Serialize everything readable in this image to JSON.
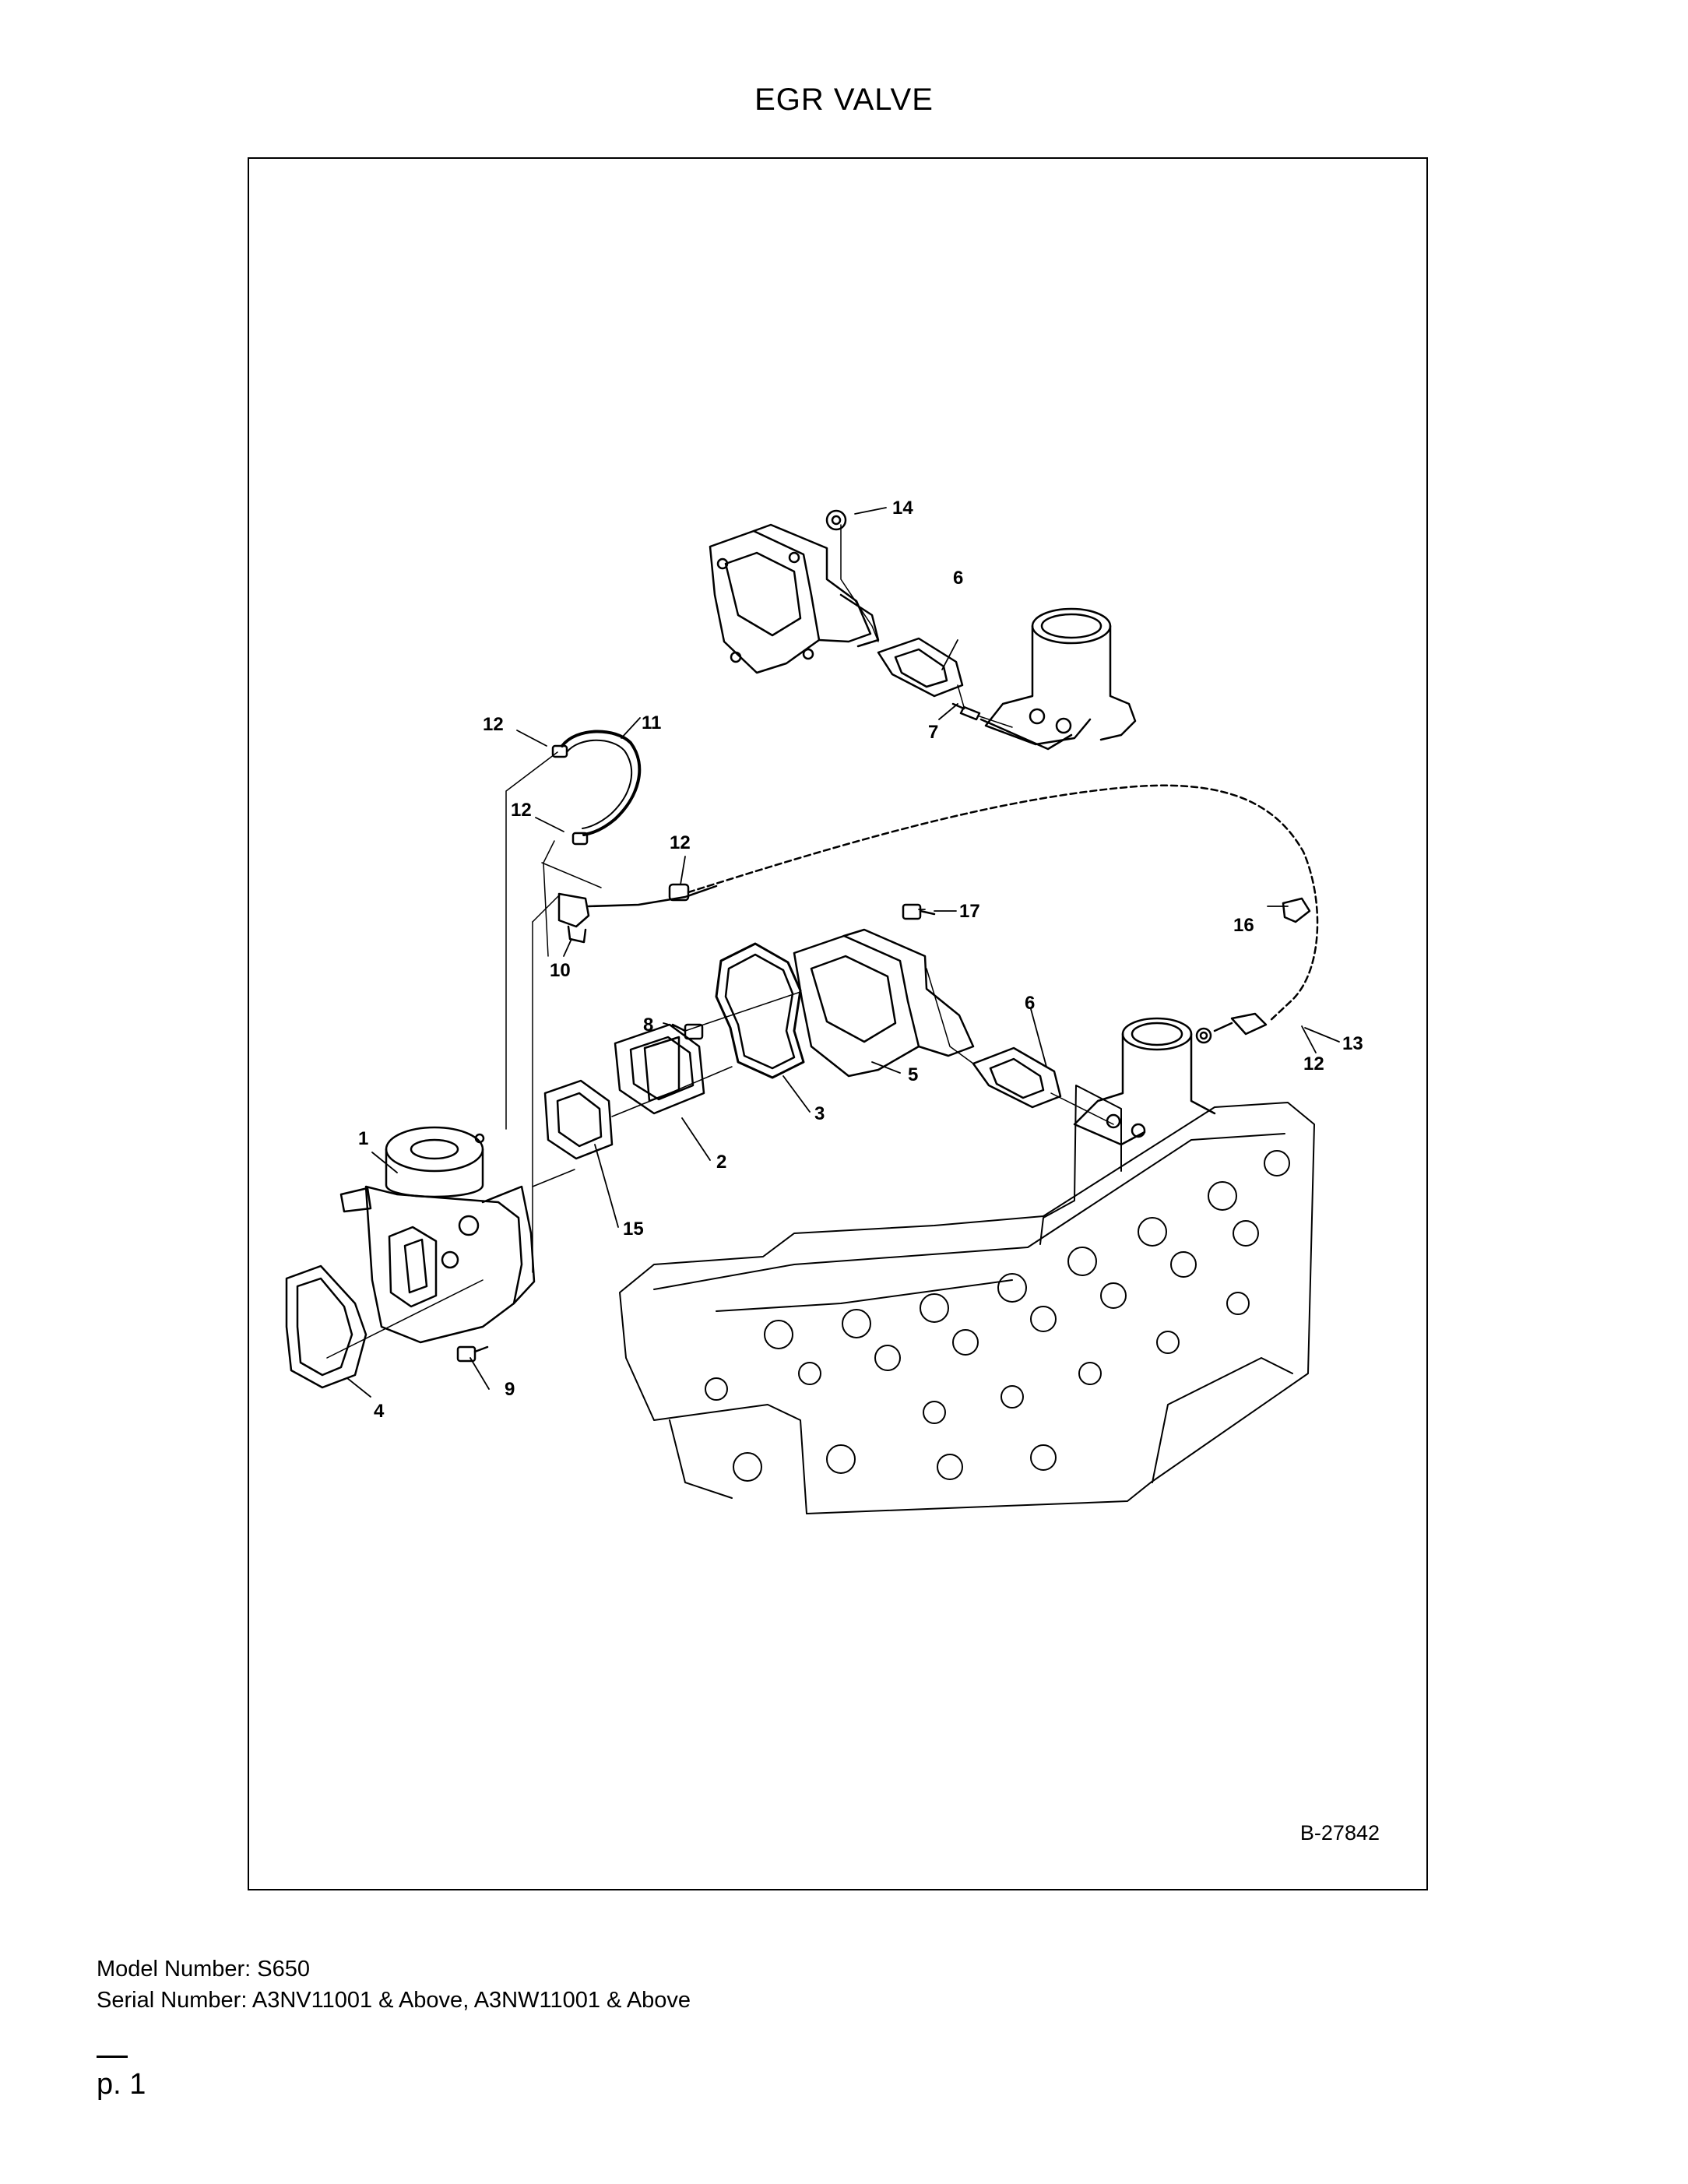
{
  "title": "EGR VALVE",
  "drawing_number": "B-27842",
  "footer": {
    "model": "Model Number: S650",
    "serial": "Serial Number: A3NV11001 & Above, A3NW11001 & Above"
  },
  "page": {
    "label": "p. 1"
  },
  "callouts": {
    "c1": "1",
    "c2": "2",
    "c3": "3",
    "c4": "4",
    "c5": "5",
    "c6a": "6",
    "c6b": "6",
    "c7": "7",
    "c8": "8",
    "c9": "9",
    "c10": "10",
    "c11": "11",
    "c12a": "12",
    "c12b": "12",
    "c12c": "12",
    "c12d": "12",
    "c13": "13",
    "c14": "14",
    "c15": "15",
    "c16": "16",
    "c17": "17"
  }
}
